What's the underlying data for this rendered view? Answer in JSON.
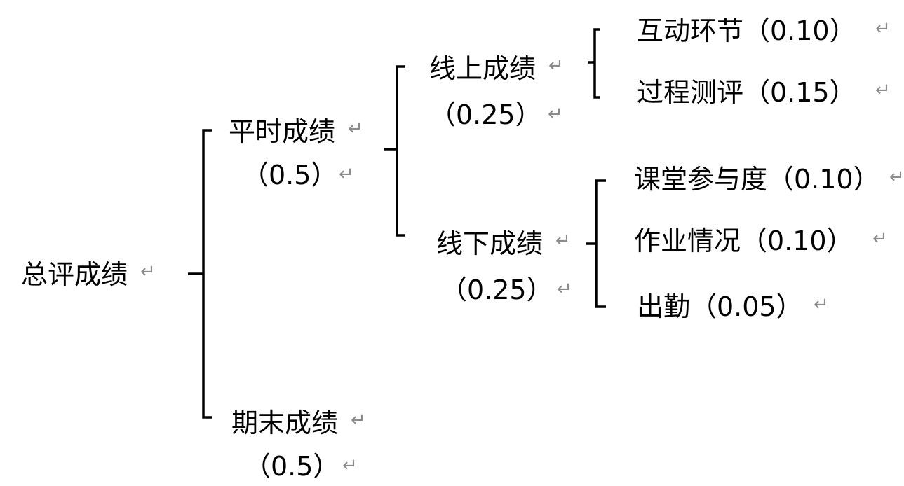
{
  "diagram": {
    "root": {
      "label": "总评成绩"
    },
    "usual": {
      "label": "平时成绩",
      "weight": "（0.5）"
    },
    "final": {
      "label": "期末成绩",
      "weight": "（0.5）"
    },
    "online": {
      "label": "线上成绩",
      "weight": "（0.25）"
    },
    "offline": {
      "label": "线下成绩",
      "weight": "（0.25）"
    },
    "online_items": [
      {
        "label": "互动环节（0.10）"
      },
      {
        "label": "过程测评（0.15）"
      }
    ],
    "offline_items": [
      {
        "label": "课堂参与度（0.10）"
      },
      {
        "label": "作业情况（0.10）"
      },
      {
        "label": "出勤（0.05）"
      }
    ],
    "paragraph_mark": "↵"
  }
}
